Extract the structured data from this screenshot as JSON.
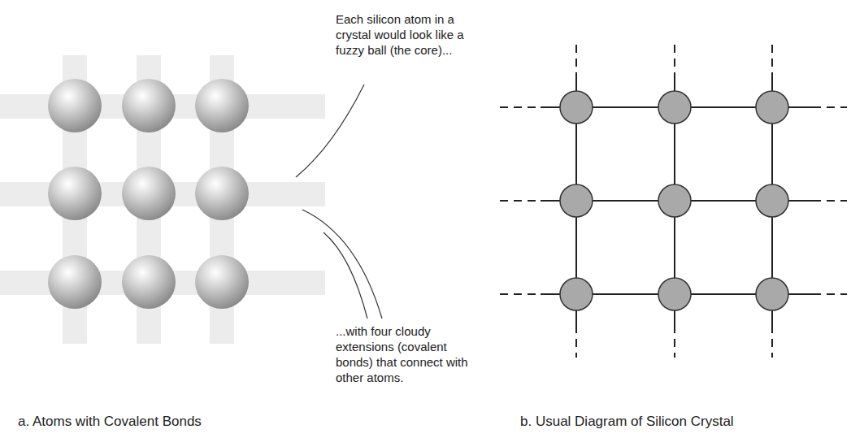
{
  "diagram": {
    "labels": [
      "Each silicon atom in a crystal would look like a fuzzy ball (the core)...",
      "...with four cloudy extensions (covalent bonds) that connect with other atoms.",
      "a. Atoms with Covalent Bonds",
      "b. Usual Diagram of Silicon Crystal"
    ]
  }
}
